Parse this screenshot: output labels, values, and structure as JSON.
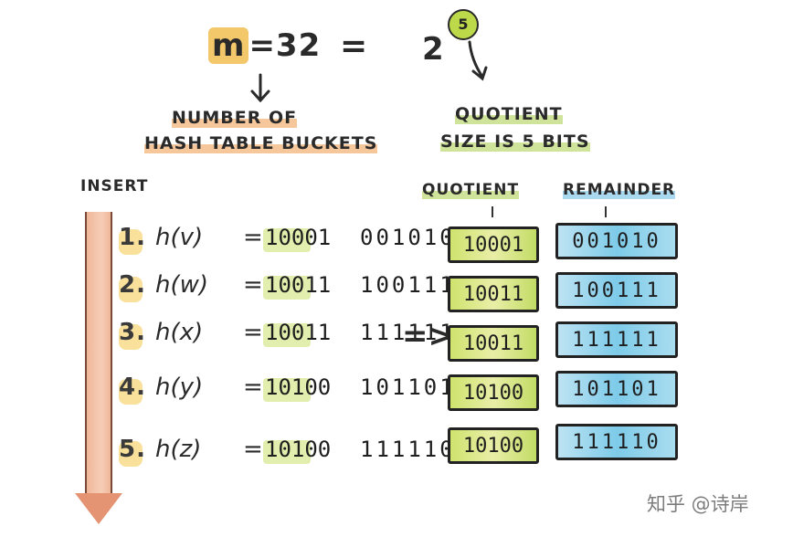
{
  "formula": {
    "lhs": "m",
    "eq1": "=32",
    "eq2": "=",
    "base": "2",
    "exponent": "5"
  },
  "labels": {
    "buckets_line1": "NUMBER OF",
    "buckets_line2": "HASH TABLE BUCKETS",
    "quotient_line1": "QUOTIENT",
    "quotient_line2": "SIZE IS 5 BITS",
    "insert": "INSERT",
    "col_quotient": "QUOTIENT",
    "col_remainder": "REMAINDER"
  },
  "rows": [
    {
      "num": "1.",
      "func": "h(v)",
      "eq": "=",
      "quotient": "10001",
      "remainder": "001010"
    },
    {
      "num": "2.",
      "func": "h(w)",
      "eq": "=",
      "quotient": "10011",
      "remainder": "100111"
    },
    {
      "num": "3.",
      "func": "h(x)",
      "eq": "=",
      "quotient": "10011",
      "remainder": "111111"
    },
    {
      "num": "4.",
      "func": "h(y)",
      "eq": "=",
      "quotient": "10100",
      "remainder": "101101"
    },
    {
      "num": "5.",
      "func": "h(z)",
      "eq": "=",
      "quotient": "10100",
      "remainder": "111110"
    }
  ],
  "table": [
    {
      "quotient": "10001",
      "remainder": "001010"
    },
    {
      "quotient": "10011",
      "remainder": "100111"
    },
    {
      "quotient": "10011",
      "remainder": "111111"
    },
    {
      "quotient": "10100",
      "remainder": "101101"
    },
    {
      "quotient": "10100",
      "remainder": "111110"
    }
  ],
  "into_arrow": "=>",
  "watermark": "知乎 @诗岸",
  "colors": {
    "orange": "#f6c79b",
    "green": "#bcd94a",
    "blue": "#7ecbe9",
    "yellow": "#f4c84a"
  }
}
